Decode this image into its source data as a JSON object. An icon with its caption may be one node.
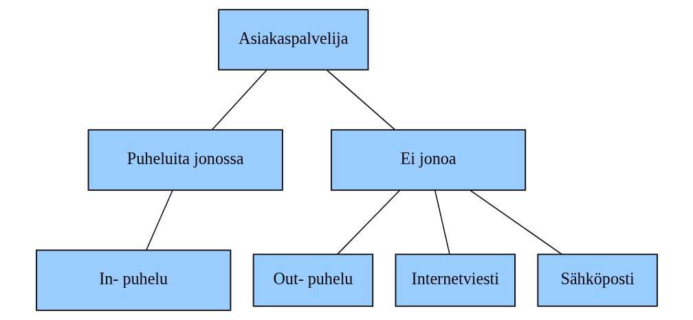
{
  "diagram": {
    "nodes": [
      {
        "text": [
          "Asiakaspalvelija"
        ]
      },
      {
        "text": [
          "Puheluita jonossa"
        ]
      },
      {
        "text": [
          "Ei jonoa"
        ]
      },
      {
        "text": [
          "In- puhelu"
        ]
      },
      {
        "text": [
          "Out- puhelu"
        ]
      },
      {
        "text": [
          "Internetviesti"
        ]
      },
      {
        "text": [
          "Sähköposti"
        ]
      }
    ],
    "edges": [
      {
        "from": 0,
        "to": 1,
        "arrow": "none"
      },
      {
        "from": 0,
        "to": 2,
        "arrow": "none"
      },
      {
        "from": 1,
        "to": 3,
        "arrow": "none"
      },
      {
        "from": 2,
        "to": 4,
        "arrow": "none"
      },
      {
        "from": 2,
        "to": 5,
        "arrow": "none"
      },
      {
        "from": 2,
        "to": 6,
        "arrow": "none"
      }
    ]
  }
}
